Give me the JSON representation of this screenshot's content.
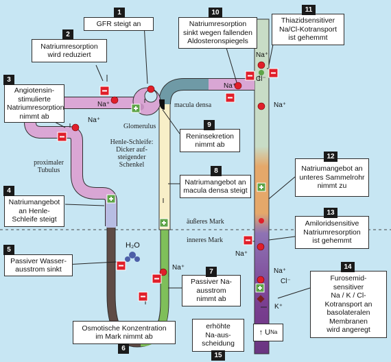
{
  "callouts": [
    {
      "num": "1",
      "lines": [
        "GFR steigt an"
      ]
    },
    {
      "num": "2",
      "lines": [
        "Natriumresorption",
        "wird reduziert"
      ]
    },
    {
      "num": "3",
      "lines": [
        "Angiotensin-",
        "stimulierte",
        "Natriumresorption",
        "nimmt ab"
      ]
    },
    {
      "num": "4",
      "lines": [
        "Natriumangebot",
        "an Henle-",
        "Schleife steigt"
      ]
    },
    {
      "num": "5",
      "lines": [
        "Passiver Wasser-",
        "ausstrom sinkt"
      ]
    },
    {
      "num": "6",
      "lines": [
        "Osmotische Konzentration",
        "im Mark nimmt ab"
      ]
    },
    {
      "num": "7",
      "lines": [
        "Passiver Na-",
        "ausstrom",
        "nimmt ab"
      ]
    },
    {
      "num": "8",
      "lines": [
        "Natriumangebot an",
        "macula densa steigt"
      ]
    },
    {
      "num": "9",
      "lines": [
        "Reninsekretion",
        "nimmt ab"
      ]
    },
    {
      "num": "10",
      "lines": [
        "Natriumresorption",
        "sinkt wegen fallenden",
        "Aldosteronspiegels"
      ]
    },
    {
      "num": "11",
      "lines": [
        "Thiazidsensitiver",
        "Na/Cl-Kotransport",
        "ist gehemmt"
      ]
    },
    {
      "num": "12",
      "lines": [
        "Natriumangebot an",
        "unteres Sammelrohr",
        "nimmt zu"
      ]
    },
    {
      "num": "13",
      "lines": [
        "Amiloridsensitive",
        "Natriumresorption",
        "ist gehemmt"
      ]
    },
    {
      "num": "14",
      "lines": [
        "Furosemid-",
        "sensitiver",
        "Na / K / Cl-",
        "Kotransport an",
        "basolateralen",
        "Membranen",
        "wird angeregt"
      ]
    },
    {
      "num": "15",
      "lines": [
        "erhöhte",
        "Na-aus-",
        "scheidung"
      ]
    }
  ],
  "labels": {
    "glomerulus": "Glomerulus",
    "macula_densa": "macula densa",
    "proximal": [
      "proximaler",
      "Tubulus"
    ],
    "henle": [
      "Henle-Schleife:",
      "Dicker auf-",
      "steigender",
      "Schenkel"
    ],
    "outer_medulla": "äußeres Mark",
    "inner_medulla": "inneres Mark"
  },
  "ions": {
    "na": "Na⁺",
    "cl": "Cl⁻",
    "k": "K⁺",
    "water": "H₂O",
    "u_na_symbol": "U",
    "u_na_sub": "Na",
    "arrow_up": "↑"
  },
  "colors": {
    "background": "#c7e6f3",
    "proximal": "#d9a6d4",
    "thick_ascending": "#f8efc8",
    "distal": "#6f9aa6",
    "descending": "#5e4b45",
    "thin_ascending": "#7fbf5a",
    "inhibit_red": "#e01f2a",
    "stimulate_green": "#5ea447"
  }
}
